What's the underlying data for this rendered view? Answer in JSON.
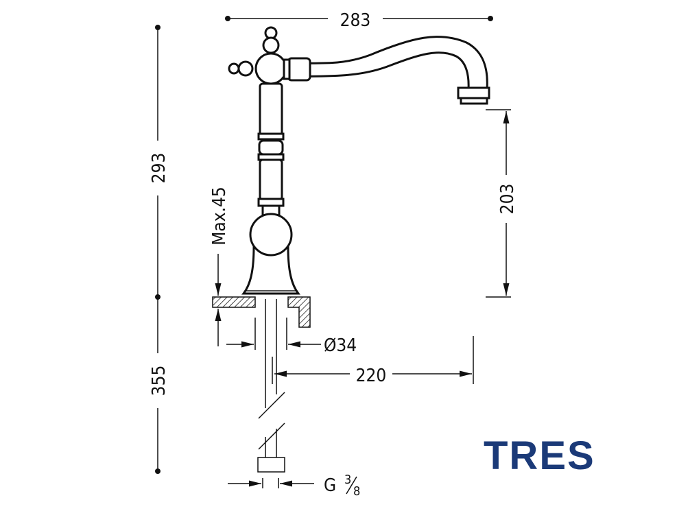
{
  "dimensions": {
    "overall_width": "283",
    "overall_height_above": "293",
    "overall_height_below": "355",
    "spout_height": "203",
    "max_counter_thickness": "Max.45",
    "hole_diameter": "Ø34",
    "hose_length": "220",
    "connection_G": "G",
    "connection_num": "3",
    "connection_den": "8"
  },
  "logo": {
    "text": "TRES",
    "color": "#1b3a78"
  },
  "colors": {
    "line": "#111111"
  }
}
